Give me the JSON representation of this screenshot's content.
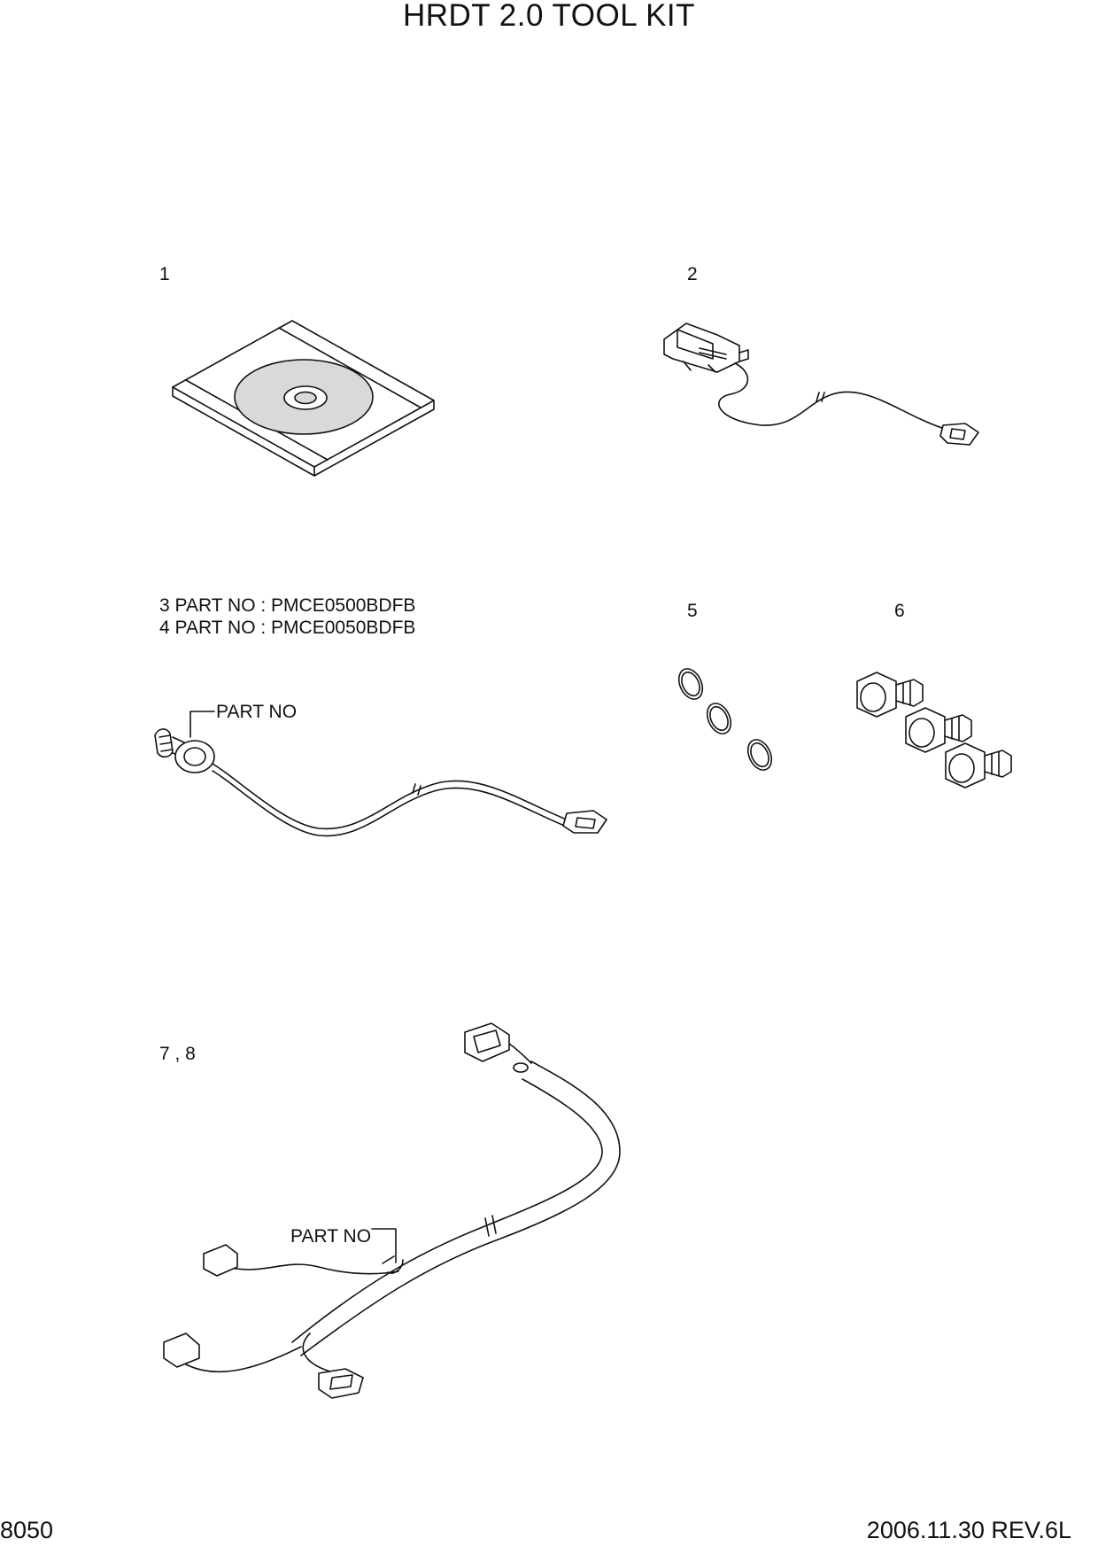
{
  "document": {
    "title": "HRDT 2.0 TOOL KIT",
    "page_number": "8050",
    "date_revision": "2006.11.30  REV.6L"
  },
  "items": {
    "cd": {
      "callout": "1"
    },
    "serial_cable": {
      "callout": "2"
    },
    "sensor_cables": {
      "line_3": "3  PART NO : PMCE0500BDFB",
      "line_4": "4  PART NO : PMCE0050BDFB",
      "part_label": "PART NO"
    },
    "o_rings": {
      "callout": "5"
    },
    "adapters": {
      "callout": "6"
    },
    "harness": {
      "callout": "7 , 8",
      "part_label": "PART NO"
    }
  },
  "colors": {
    "line": "#111111",
    "disc_fill": "#d9d9d9",
    "paper": "#ffffff"
  }
}
